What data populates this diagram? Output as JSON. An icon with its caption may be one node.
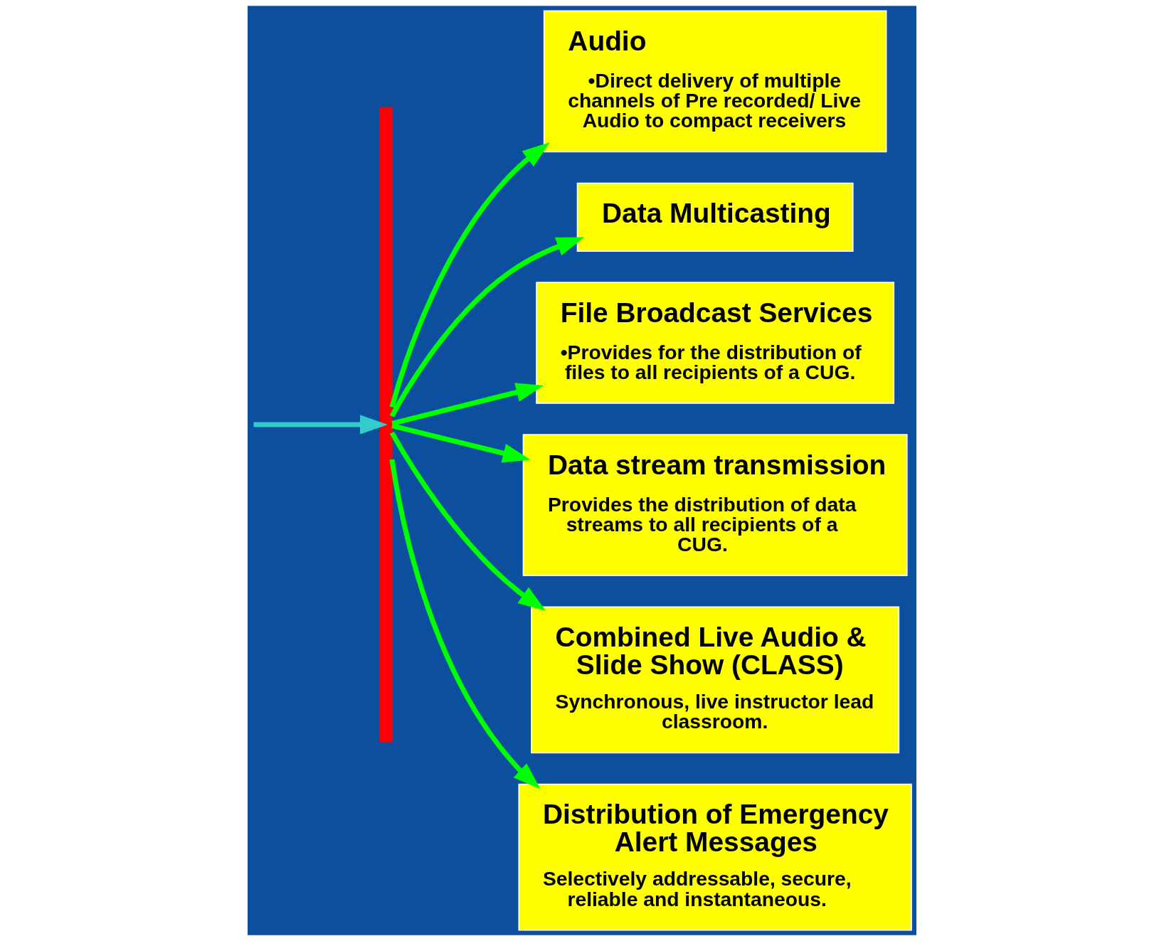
{
  "diagram": {
    "nodes": [
      {
        "text": [],
        "shape": "bar"
      },
      {
        "text": [
          "Audio",
          "•Direct delivery of multiple channels of Pre recorded/ Live Audio to compact receivers"
        ]
      },
      {
        "text": [
          "Data Multicasting"
        ]
      },
      {
        "text": [
          "File Broadcast Services",
          "•Provides for the distribution of files to all recipients of a CUG."
        ]
      },
      {
        "text": [
          "Data stream transmission",
          "Provides the distribution of data streams to all recipients of a CUG."
        ]
      },
      {
        "text": [
          "Combined Live Audio & Slide Show (CLASS)",
          "Synchronous, live instructor lead classroom."
        ]
      },
      {
        "text": [
          "Distribution of Emergency Alert Messages",
          "Selectively addressable, secure, reliable and instantaneous."
        ]
      }
    ],
    "edges": [
      {
        "from": null,
        "to": 0,
        "arrow": "to",
        "color": "#33cccc"
      },
      {
        "from": 0,
        "to": 1,
        "arrow": "to"
      },
      {
        "from": 0,
        "to": 2,
        "arrow": "to"
      },
      {
        "from": 0,
        "to": 3,
        "arrow": "to"
      },
      {
        "from": 0,
        "to": 4,
        "arrow": "to"
      },
      {
        "from": 0,
        "to": 5,
        "arrow": "to"
      },
      {
        "from": 0,
        "to": 6,
        "arrow": "to"
      }
    ]
  }
}
